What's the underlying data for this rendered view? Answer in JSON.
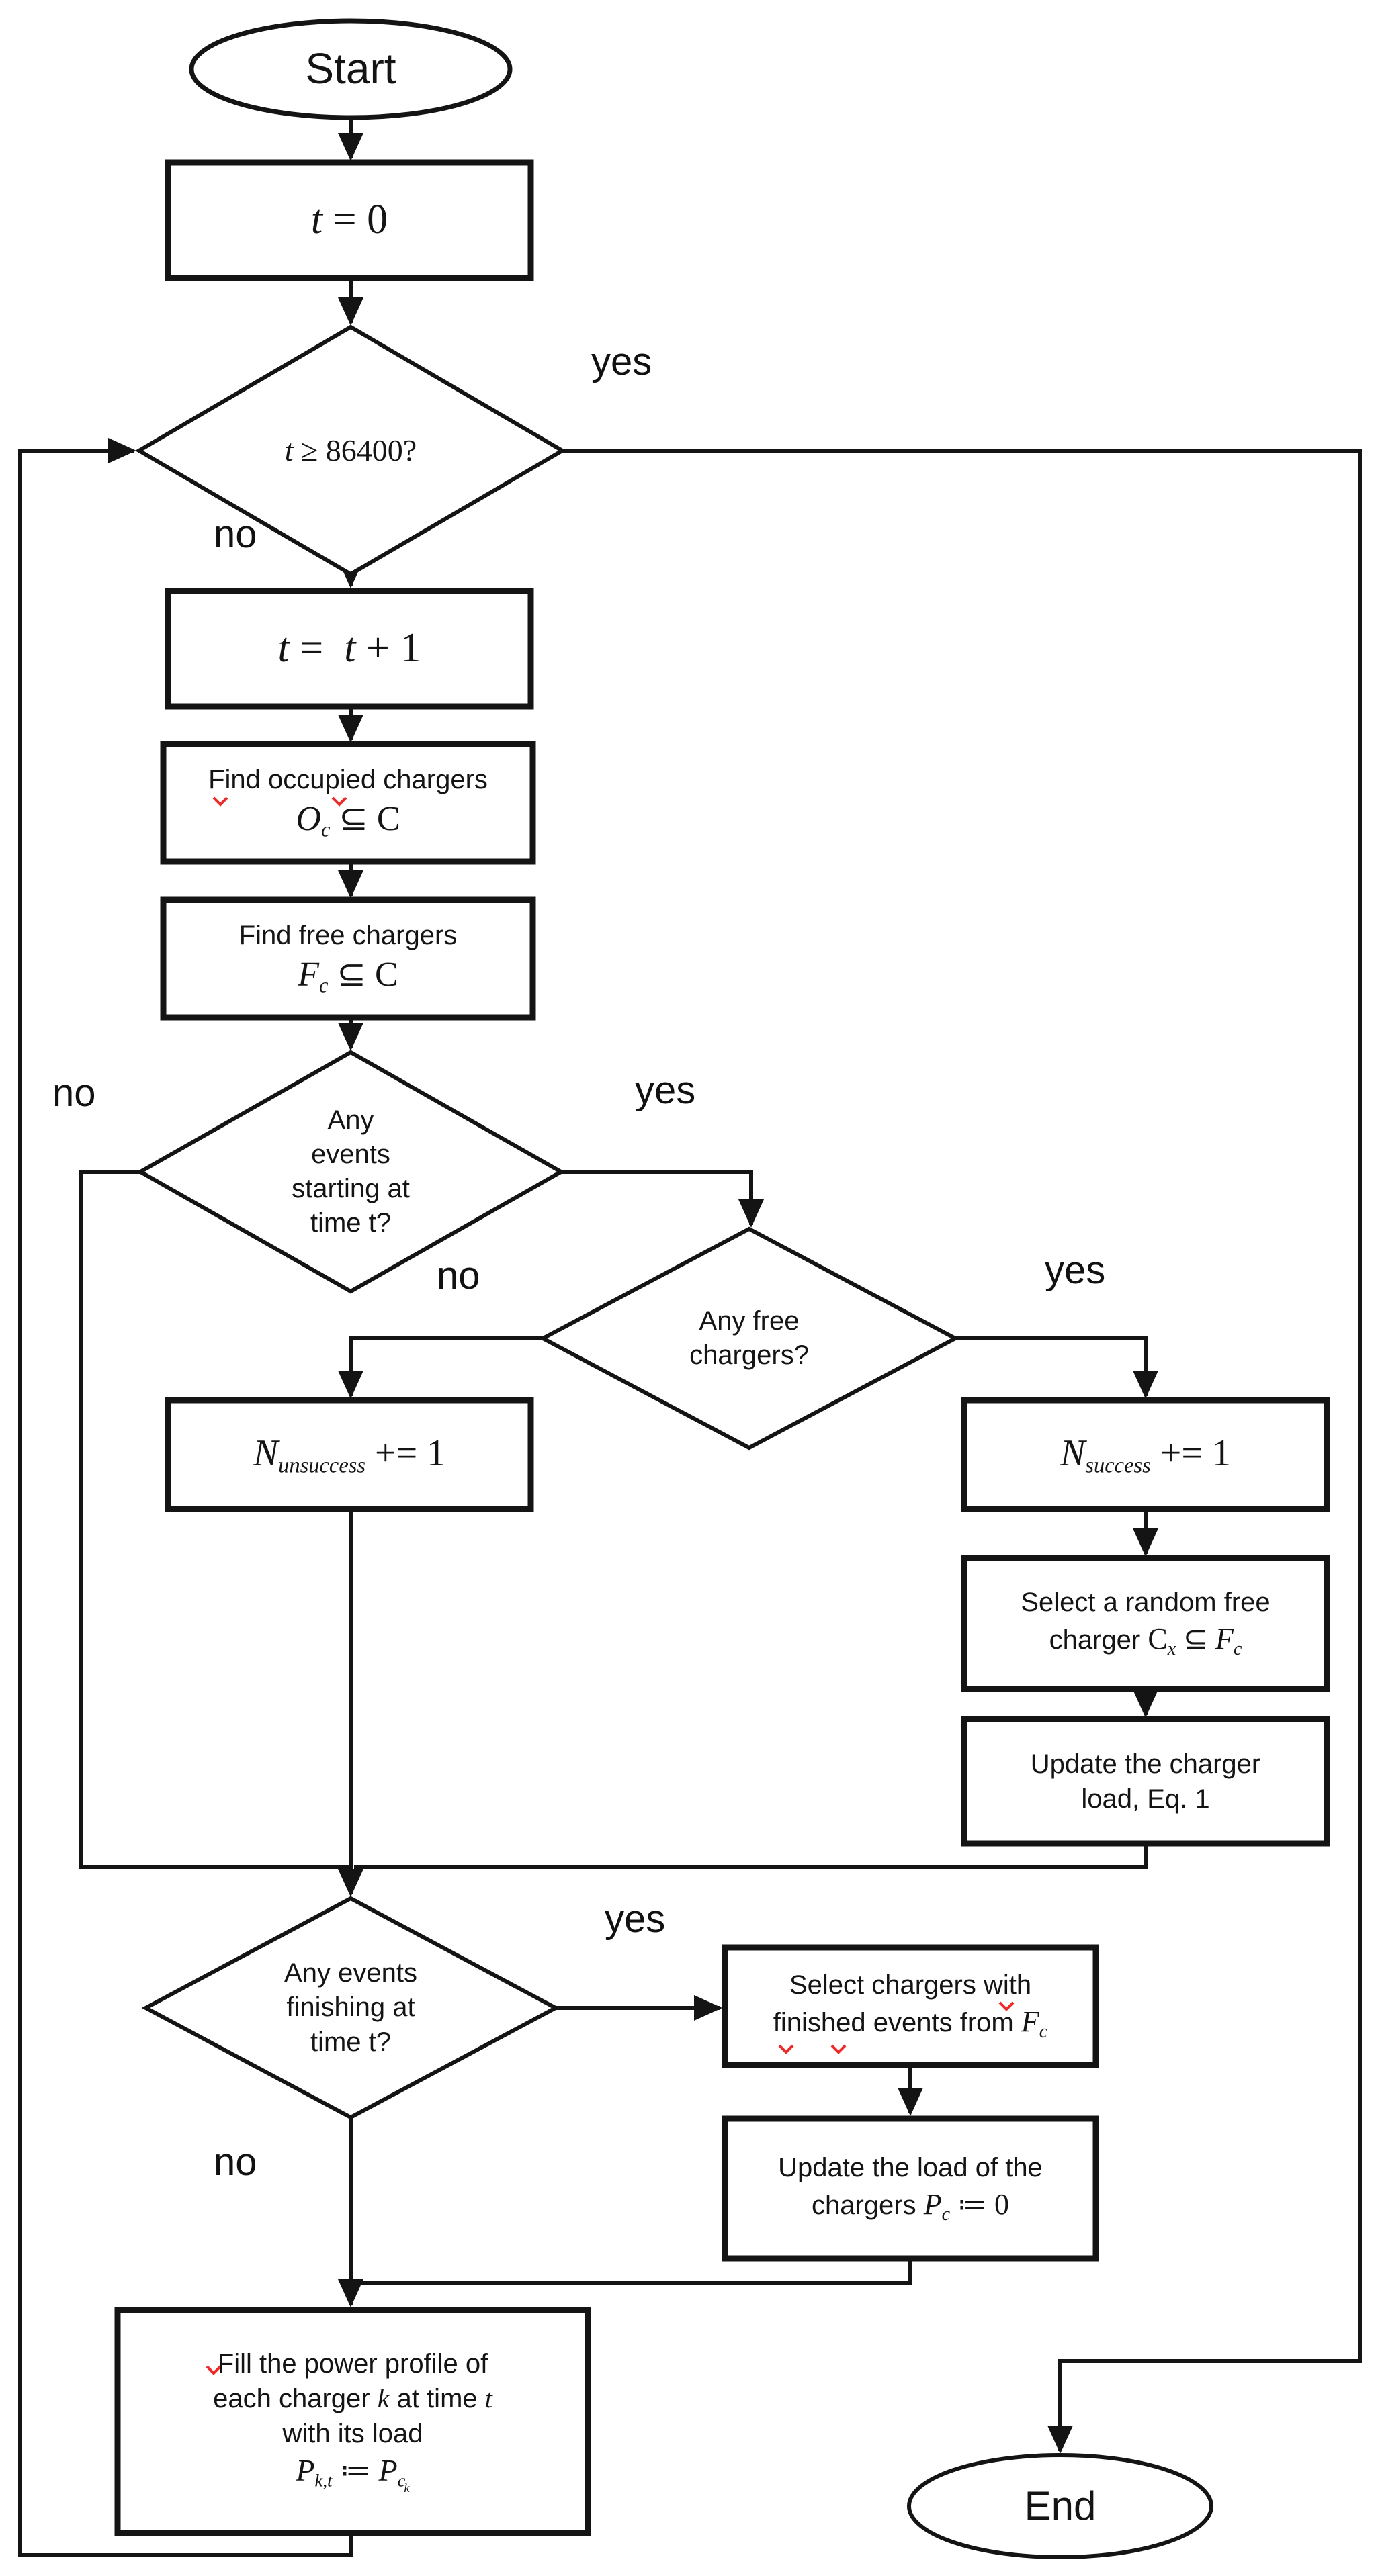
{
  "diagram": {
    "terminals": {
      "start": "Start",
      "end": "End"
    },
    "edge_labels": {
      "d1_yes": "yes",
      "d1_no": "no",
      "d2_yes": "yes",
      "d2_no": "no",
      "d3_yes": "yes",
      "d3_no": "no",
      "d4_yes": "yes",
      "d4_no": "no"
    },
    "nodes": {
      "t0": {
        "v": "t",
        "rest": " = 0"
      },
      "d1": {
        "v": "t",
        "rest": " ≥ 86400?"
      },
      "tinc": {
        "v1": "t",
        "r1": " =  ",
        "v2": "t",
        "r2": " + 1"
      },
      "occ": {
        "line1": "Find occupied chargers",
        "v": "O",
        "sub": "c",
        "rest": " ⊆ C"
      },
      "free": {
        "line1": "Find free chargers",
        "v": "F",
        "sub": "c",
        "rest": " ⊆ C"
      },
      "d2": {
        "l1": "Any",
        "l2": "events",
        "l3": "starting at",
        "l4": "time t?"
      },
      "d3": {
        "l1": "Any free",
        "l2": "chargers?"
      },
      "nuns": {
        "v": "N",
        "sub": "unsuccess",
        "rest": " += 1"
      },
      "nsuc": {
        "v": "N",
        "sub": "success",
        "rest": " += 1"
      },
      "selrand": {
        "line1": "Select a random free",
        "pre": "charger ",
        "v1": "C",
        "sub1": "x",
        "mid": " ⊆ ",
        "v2": "F",
        "sub2": "c"
      },
      "updload": {
        "l1": "Update the charger",
        "l2": "load, Eq. 1"
      },
      "d4": {
        "l1": "Any events",
        "l2": "finishing at",
        "l3": "time t?"
      },
      "selfin": {
        "l1": "Select chargers with",
        "pre": "finished events from ",
        "v": "F",
        "sub": "c"
      },
      "updzero": {
        "l1": "Update the load of the",
        "pre": "chargers ",
        "v": "P",
        "sub": "c",
        "rest": " ≔ 0"
      },
      "fill": {
        "l1": "Fill the power profile of",
        "pre2": "each charger ",
        "k": "k",
        "mid2": " at time ",
        "t": "t",
        "l3": "with its load",
        "v1": "P",
        "s1": "k,t",
        "mid": " ≔ ",
        "v2": "P",
        "s2": "c",
        "s3": "k"
      }
    }
  }
}
